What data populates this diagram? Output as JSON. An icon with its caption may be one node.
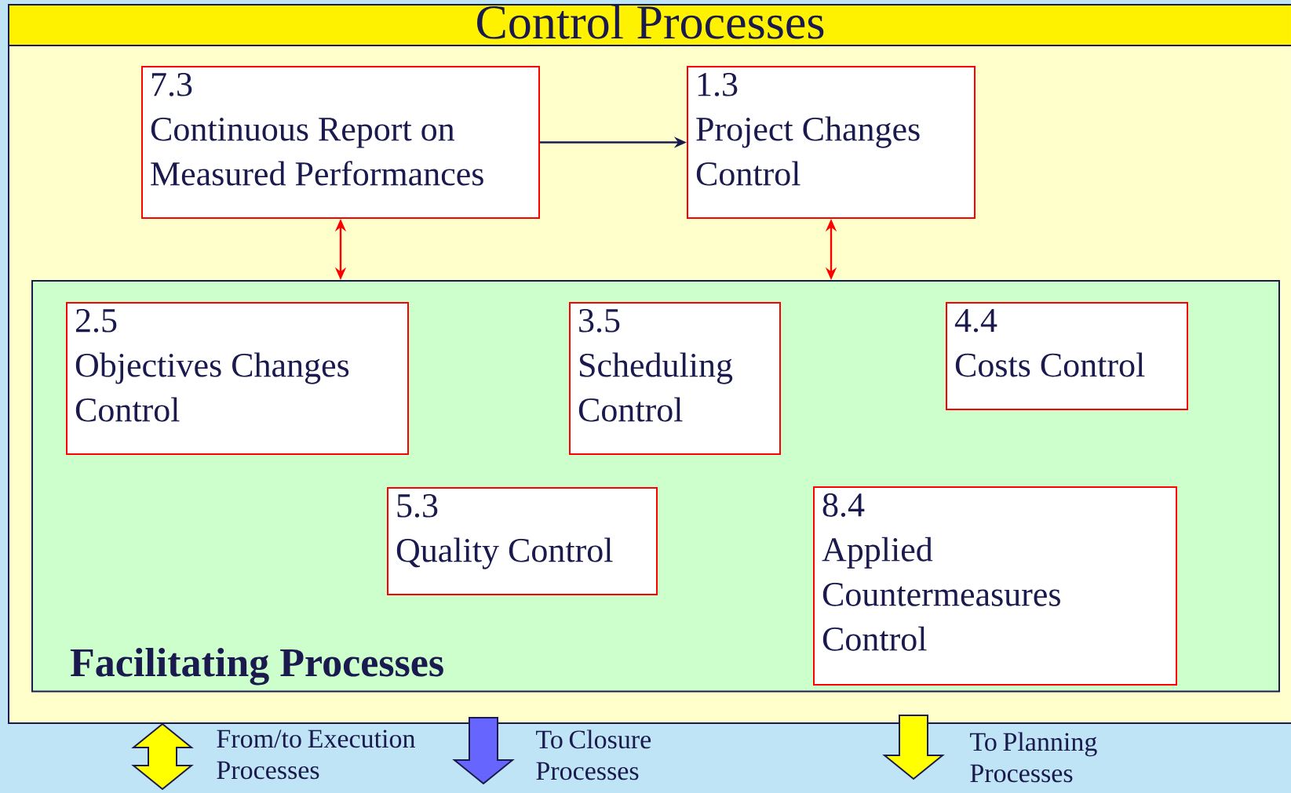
{
  "diagram": {
    "nodes": [
      {
        "text": [
          "Control Processes"
        ]
      },
      {
        "text": [
          "7.3",
          "Continuous Report on Measured Performances"
        ],
        "in": 0
      },
      {
        "text": [
          "1.3",
          "Project Changes Control"
        ],
        "in": 0
      },
      {
        "text": [
          "Facilitating Processes"
        ],
        "in": 0
      },
      {
        "text": [
          "2.5",
          "Objectives Changes Control"
        ],
        "in": 3
      },
      {
        "text": [
          "3.5",
          "Scheduling Control"
        ],
        "in": 3
      },
      {
        "text": [
          "4.4",
          "Costs Control"
        ],
        "in": 3
      },
      {
        "text": [
          "5.3",
          "Quality Control"
        ],
        "in": 3
      },
      {
        "text": [
          "8.4",
          "Applied Countermeasures Control"
        ],
        "in": 3
      }
    ],
    "edges": [
      {
        "from": 1,
        "to": 2,
        "arrow": "to",
        "color": "#1a1a4e"
      },
      {
        "from": 1,
        "to": 3,
        "arrow": "both",
        "color": "#ff0000"
      },
      {
        "from": 2,
        "to": 3,
        "arrow": "both",
        "color": "#ff0000"
      },
      {
        "from": 0,
        "to": null,
        "arrow": "both",
        "style": "thick",
        "color": "#ffff00"
      },
      {
        "from": 0,
        "to": null,
        "arrow": "to",
        "style": "thick",
        "color": "#6666ff"
      },
      {
        "from": 0,
        "to": null,
        "arrow": "to",
        "style": "thick",
        "color": "#ffff00"
      }
    ],
    "labels": [
      "From/to Execution Processes",
      "To Closure Processes",
      "To Planning Processes"
    ]
  }
}
